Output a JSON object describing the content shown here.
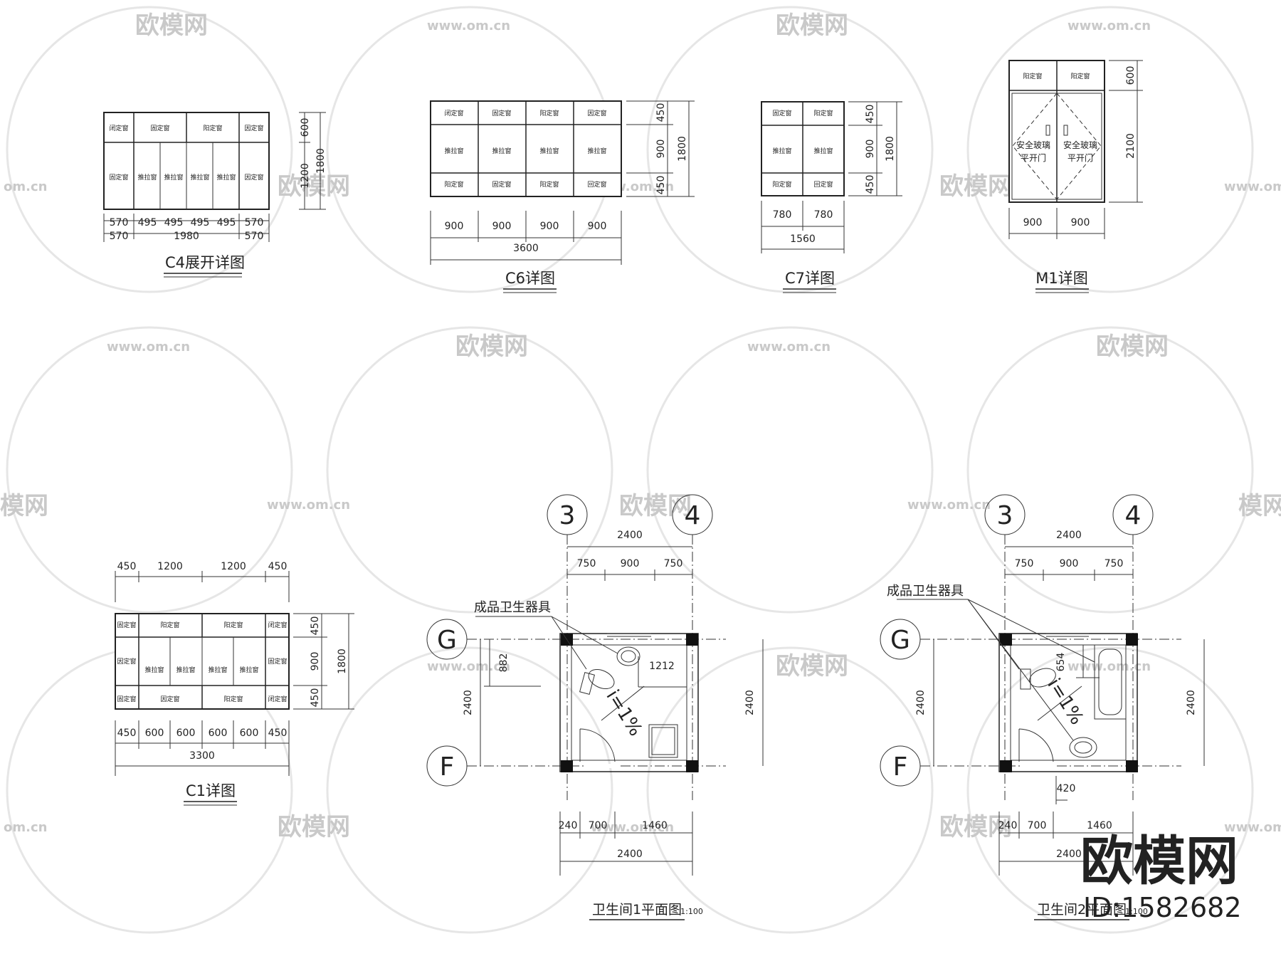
{
  "watermark": {
    "brand": "欧模网",
    "url": "www.om.cn",
    "url_short": "om.cn",
    "brand_partial": "模网",
    "big_brand": "欧模网",
    "id_label": "ID:1582682"
  },
  "pane_labels": {
    "fixed": "固定窗",
    "fixed_alt": "阳定窗",
    "fixed_alt2": "闭定窗",
    "fixed_alt3": "因定窗",
    "push_pull": "推拉窗",
    "fixed_alt4": "回定窗"
  },
  "c4": {
    "title": "C4展开详图",
    "row1": [
      "570",
      "495",
      "495",
      "495",
      "495",
      "570"
    ],
    "row2": [
      "570",
      "1980",
      "570"
    ],
    "right": [
      "600",
      "1200",
      "1800"
    ]
  },
  "c6": {
    "title": "C6详图",
    "bottom": [
      "900",
      "900",
      "900",
      "900"
    ],
    "total": "3600",
    "right": [
      "450",
      "900",
      "450",
      "1800"
    ]
  },
  "c7": {
    "title": "C7详图",
    "bottom": [
      "780",
      "780"
    ],
    "total": "1560",
    "right": [
      "450",
      "900",
      "450",
      "1800"
    ]
  },
  "m1": {
    "title": "M1详图",
    "door_text": [
      "安全玻璃",
      "平开门",
      "安全玻璃",
      "平开门"
    ],
    "bottom": [
      "900",
      "900"
    ],
    "right": [
      "600",
      "2100"
    ]
  },
  "c1": {
    "title": "C1详图",
    "top": [
      "450",
      "1200",
      "1200",
      "450"
    ],
    "bottom": [
      "450",
      "600",
      "600",
      "600",
      "600",
      "450"
    ],
    "total": "3300",
    "right": [
      "450",
      "900",
      "450",
      "1800"
    ]
  },
  "bath1": {
    "title": "卫生间1平面图",
    "scale": "1:100",
    "axes": [
      "3",
      "4",
      "G",
      "F"
    ],
    "top_total": "2400",
    "top": [
      "750",
      "900",
      "750"
    ],
    "left": "2400",
    "right": "2400",
    "inner": [
      "882",
      "1212"
    ],
    "slope": "i=1%",
    "callout": "成品卫生器具",
    "bottom": [
      "240",
      "700",
      "1460"
    ],
    "bottom_total": "2400"
  },
  "bath2": {
    "title": "卫生间2平面图",
    "scale": "1:100",
    "axes": [
      "3",
      "4",
      "G",
      "F"
    ],
    "top_total": "2400",
    "top": [
      "750",
      "900",
      "750"
    ],
    "left": "2400",
    "right": "2400",
    "inner": [
      "654"
    ],
    "slope": "i=1%",
    "callout": "成品卫生器具",
    "door": "420",
    "bottom": [
      "240",
      "700",
      "1460"
    ],
    "bottom_total": "2400"
  }
}
